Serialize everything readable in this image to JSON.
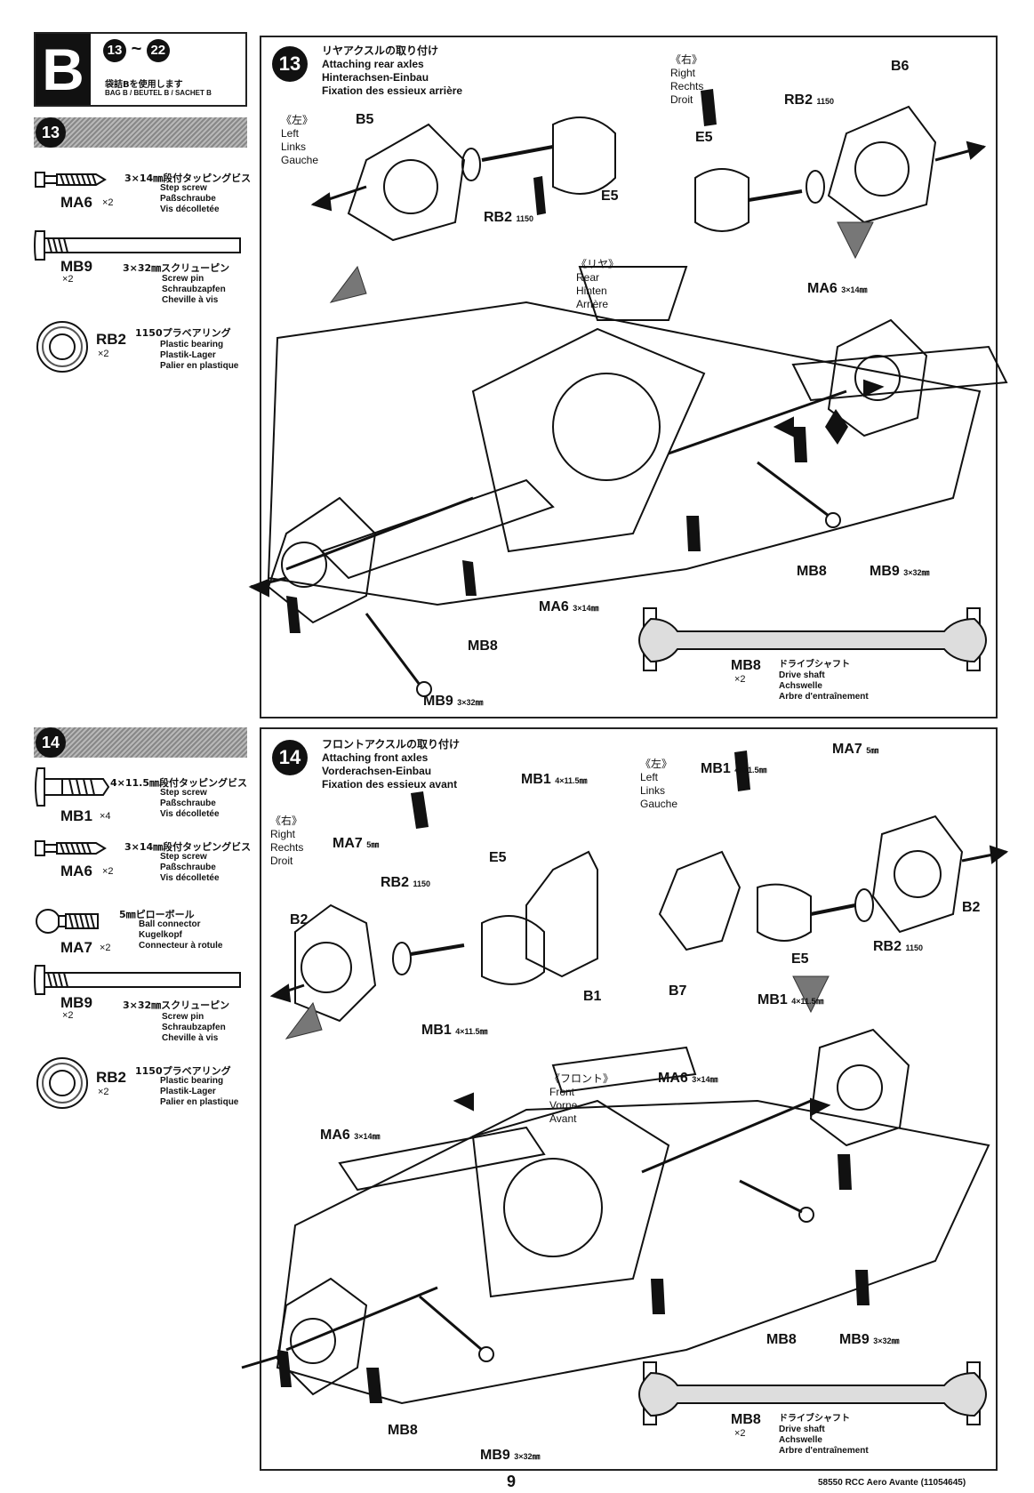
{
  "bag": {
    "letter": "B",
    "range_start": "13",
    "range_sep": "~",
    "range_end": "22",
    "jp": "袋詰Bを使用します",
    "en": "BAG B / BEUTEL B / SACHET B"
  },
  "step13": {
    "number": "13",
    "title_jp": "リヤアクスルの取り付け",
    "title_en": "Attaching rear axles",
    "title_de": "Hinterachsen-Einbau",
    "title_fr": "Fixation des essieux arrière",
    "left_side": [
      "《左》",
      "Left",
      "Links",
      "Gauche"
    ],
    "right_side": [
      "《右》",
      "Right",
      "Rechts",
      "Droit"
    ],
    "rear_label": [
      "《リヤ》",
      "Rear",
      "Hinten",
      "Arrière"
    ],
    "parts": [
      {
        "code": "MA6",
        "qty": "×2",
        "size_jp": "3×14㎜段付タッピングビス",
        "names": [
          "Step screw",
          "Paßschraube",
          "Vis décolletée"
        ],
        "icon": "step-screw-icon"
      },
      {
        "code": "MB9",
        "qty": "×2",
        "size_jp": "3×32㎜スクリューピン",
        "names": [
          "Screw pin",
          "Schraubzapfen",
          "Cheville à vis"
        ],
        "icon": "screw-pin-icon"
      },
      {
        "code": "RB2",
        "qty": "×2",
        "size_jp": "1150プラベアリング",
        "names": [
          "Plastic bearing",
          "Plastik-Lager",
          "Palier en plastique"
        ],
        "icon": "plastic-bearing-icon"
      }
    ],
    "labels": {
      "b5": "B5",
      "b6": "B6",
      "e5_left": "E5",
      "e5_right": "E5",
      "rb2_left": "RB2",
      "rb2_left_num": "1150",
      "rb2_right": "RB2",
      "rb2_right_num": "1150",
      "ma6_top": "MA6",
      "ma6_top_size": "3×14㎜",
      "ma6_bottom": "MA6",
      "ma6_bottom_size": "3×14㎜",
      "mb8_right": "MB8",
      "mb9_right": "MB9",
      "mb9_right_size": "3×32㎜",
      "mb8_left": "MB8",
      "mb9_left": "MB9",
      "mb9_left_size": "3×32㎜"
    },
    "driveshaft": {
      "code": "MB8",
      "qty": "×2",
      "jp": "ドライブシャフト",
      "names": [
        "Drive shaft",
        "Achswelle",
        "Arbre d'entraînement"
      ]
    }
  },
  "step14": {
    "number": "14",
    "title_jp": "フロントアクスルの取り付け",
    "title_en": "Attaching front axles",
    "title_de": "Vorderachsen-Einbau",
    "title_fr": "Fixation des essieux avant",
    "right_side": [
      "《右》",
      "Right",
      "Rechts",
      "Droit"
    ],
    "left_side": [
      "《左》",
      "Left",
      "Links",
      "Gauche"
    ],
    "front_label": [
      "《フロント》",
      "Front",
      "Vorne",
      "Avant"
    ],
    "parts": [
      {
        "code": "MB1",
        "qty": "×4",
        "size_jp": "4×11.5㎜段付タッピングビス",
        "names": [
          "Step screw",
          "Paßschraube",
          "Vis décolletée"
        ],
        "icon": "step-screw-icon"
      },
      {
        "code": "MA6",
        "qty": "×2",
        "size_jp": "3×14㎜段付タッピングビス",
        "names": [
          "Step screw",
          "Paßschraube",
          "Vis décolletée"
        ],
        "icon": "step-screw-icon"
      },
      {
        "code": "MA7",
        "qty": "×2",
        "size_jp": "5㎜ピローボール",
        "names": [
          "Ball connector",
          "Kugelkopf",
          "Connecteur à rotule"
        ],
        "icon": "ball-connector-icon"
      },
      {
        "code": "MB9",
        "qty": "×2",
        "size_jp": "3×32㎜スクリューピン",
        "names": [
          "Screw pin",
          "Schraubzapfen",
          "Cheville à vis"
        ],
        "icon": "screw-pin-icon"
      },
      {
        "code": "RB2",
        "qty": "×2",
        "size_jp": "1150プラベアリング",
        "names": [
          "Plastic bearing",
          "Plastik-Lager",
          "Palier en plastique"
        ],
        "icon": "plastic-bearing-icon"
      }
    ],
    "labels": {
      "ma7_left": "MA7",
      "ma7_left_size": "5㎜",
      "ma7_right": "MA7",
      "ma7_right_size": "5㎜",
      "rb2_left": "RB2",
      "rb2_left_num": "1150",
      "rb2_right": "RB2",
      "rb2_right_num": "1150",
      "mb1_top_left": "MB1",
      "mb1_top_left_size": "4×11.5㎜",
      "mb1_top_right": "MB1",
      "mb1_top_right_size": "4×11.5㎜",
      "mb1_bottom_left": "MB1",
      "mb1_bottom_left_size": "4×11.5㎜",
      "mb1_bottom_right": "MB1",
      "mb1_bottom_right_size": "4×11.5㎜",
      "b2_left": "B2",
      "b2_right": "B2",
      "b1": "B1",
      "b7": "B7",
      "e5_left": "E5",
      "e5_right": "E5",
      "ma6_left": "MA6",
      "ma6_left_size": "3×14㎜",
      "ma6_right": "MA6",
      "ma6_right_size": "3×14㎜",
      "mb8_left": "MB8",
      "mb8_right": "MB8",
      "mb9_left": "MB9",
      "mb9_left_size": "3×32㎜",
      "mb9_right": "MB9",
      "mb9_right_size": "3×32㎜"
    },
    "driveshaft": {
      "code": "MB8",
      "qty": "×2",
      "jp": "ドライブシャフト",
      "names": [
        "Drive shaft",
        "Achswelle",
        "Arbre d'entraînement"
      ]
    }
  },
  "footer": {
    "page_number": "9",
    "doc_id": "58550 RCC Aero Avante (11054645)"
  }
}
